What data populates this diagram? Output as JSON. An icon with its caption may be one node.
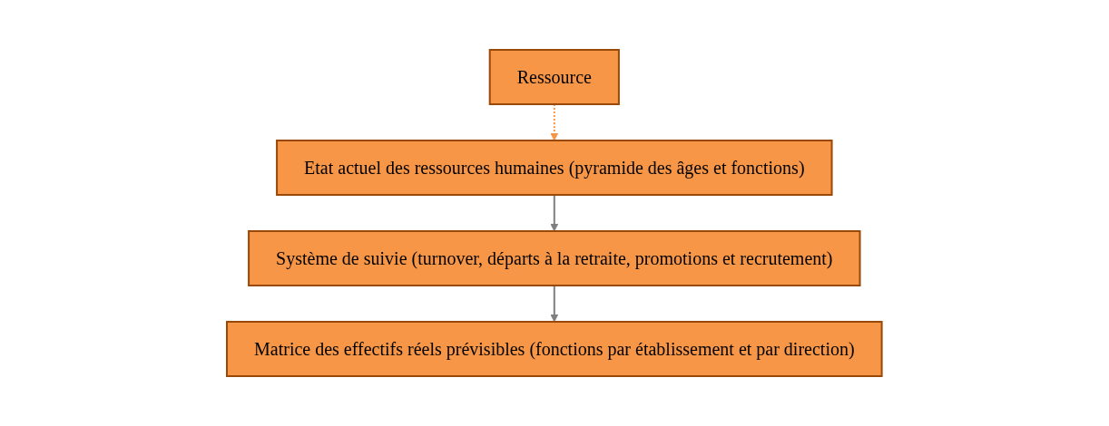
{
  "diagram": {
    "nodes": [
      {
        "text": [
          "Ressource"
        ]
      },
      {
        "text": [
          "Etat actuel des ressources humaines (pyramide des âges et fonctions)"
        ]
      },
      {
        "text": [
          "Système de suivie (turnover, départs à la retraite, promotions et recrutement)"
        ]
      },
      {
        "text": [
          "Matrice des effectifs réels prévisibles (fonctions par établissement et par direction)"
        ]
      }
    ],
    "edges": [
      {
        "from": 0,
        "to": 1,
        "arrow": "to",
        "style": "dashed",
        "color": "#f79646"
      },
      {
        "from": 1,
        "to": 2,
        "arrow": "to"
      },
      {
        "from": 2,
        "to": 3,
        "arrow": "to"
      }
    ]
  }
}
